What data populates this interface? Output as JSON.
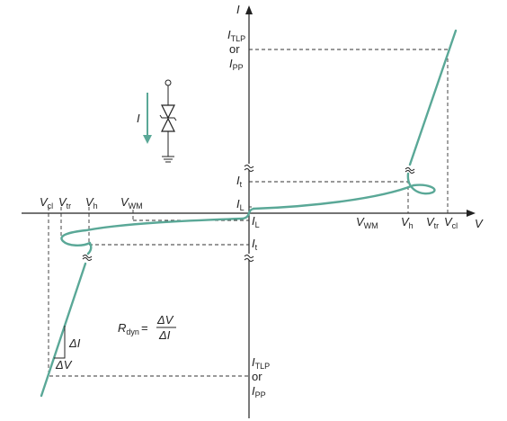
{
  "axes": {
    "y_axis_label": "I",
    "x_axis_label": "V"
  },
  "labels": {
    "itlp_top": {
      "main": "I",
      "sub": "TLP"
    },
    "or_top": "or",
    "ipp_top": {
      "main": "I",
      "sub": "PP"
    },
    "it_top": {
      "main": "I",
      "sub": "t"
    },
    "il_top": {
      "main": "I",
      "sub": "L"
    },
    "il_bottom": {
      "main": "I",
      "sub": "L"
    },
    "it_bottom": {
      "main": "I",
      "sub": "t"
    },
    "itlp_bottom": {
      "main": "I",
      "sub": "TLP"
    },
    "or_bottom": "or",
    "ipp_bottom": {
      "main": "I",
      "sub": "PP"
    },
    "vcl_left": {
      "main": "V",
      "sub": "cl"
    },
    "vtr_left": {
      "main": "V",
      "sub": "tr"
    },
    "vh_left": {
      "main": "V",
      "sub": "h"
    },
    "vwm_left": {
      "main": "V",
      "sub": "WM"
    },
    "vwm_right": {
      "main": "V",
      "sub": "WM"
    },
    "vh_right": {
      "main": "V",
      "sub": "h"
    },
    "vtr_right": {
      "main": "V",
      "sub": "tr"
    },
    "vcl_right": {
      "main": "V",
      "sub": "cl"
    },
    "current_arrow_label": "I",
    "delta_i": "ΔI",
    "delta_v": "ΔV",
    "rdyn": {
      "main": "R",
      "sub": "dyn",
      "equals": "=",
      "numerator": "ΔV",
      "denominator": "ΔI"
    }
  },
  "colors": {
    "curve": "#5aa897",
    "axis": "#222222"
  },
  "icons": {
    "symbol": "bidirectional-tvs-diode-icon",
    "ground": "ground-icon",
    "break": "axis-break-icon"
  }
}
